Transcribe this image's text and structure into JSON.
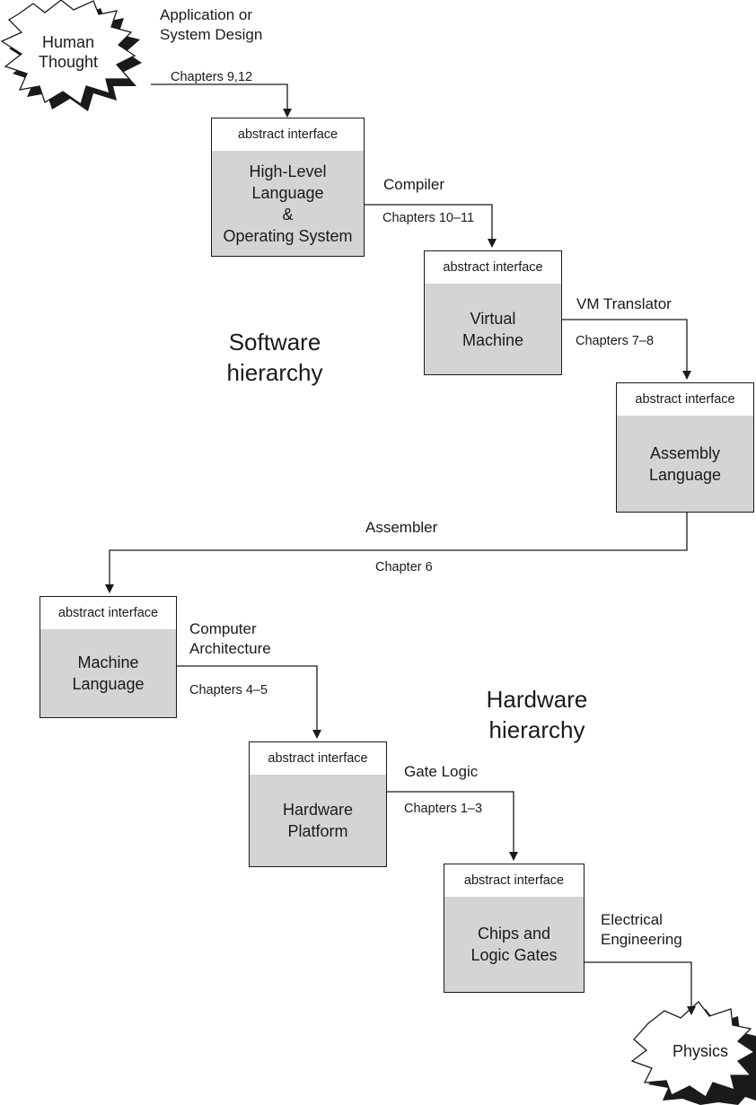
{
  "human": {
    "line1": "Human",
    "line2": "Thought"
  },
  "physics": "Physics",
  "abstract_label": "abstract interface",
  "levels": [
    {
      "lines": [
        "High-Level",
        "Language",
        "&",
        "Operating System"
      ]
    },
    {
      "lines": [
        "Virtual",
        "Machine"
      ]
    },
    {
      "lines": [
        "Assembly",
        "Language"
      ]
    },
    {
      "lines": [
        "Machine",
        "Language"
      ]
    },
    {
      "lines": [
        "Hardware",
        "Platform"
      ]
    },
    {
      "lines": [
        "Chips and",
        "Logic Gates"
      ]
    }
  ],
  "transitions": [
    {
      "label_lines": [
        "Application or",
        "System Design"
      ],
      "chapters": "Chapters 9,12"
    },
    {
      "label_lines": [
        "Compiler"
      ],
      "chapters": "Chapters 10–11"
    },
    {
      "label_lines": [
        "VM Translator"
      ],
      "chapters": "Chapters 7–8"
    },
    {
      "label_lines": [
        "Assembler"
      ],
      "chapters": "Chapter 6"
    },
    {
      "label_lines": [
        "Computer",
        "Architecture"
      ],
      "chapters": "Chapters 4–5"
    },
    {
      "label_lines": [
        "Gate Logic"
      ],
      "chapters": "Chapters 1–3"
    },
    {
      "label_lines": [
        "Electrical",
        "Engineering"
      ],
      "chapters": ""
    }
  ],
  "software_hierarchy": [
    "Software",
    "hierarchy"
  ],
  "hardware_hierarchy": [
    "Hardware",
    "hierarchy"
  ],
  "colors": {
    "box_fill": "#d4d4d4",
    "line": "#1a1a1a",
    "burst_shadow": "#1a1a1a"
  }
}
